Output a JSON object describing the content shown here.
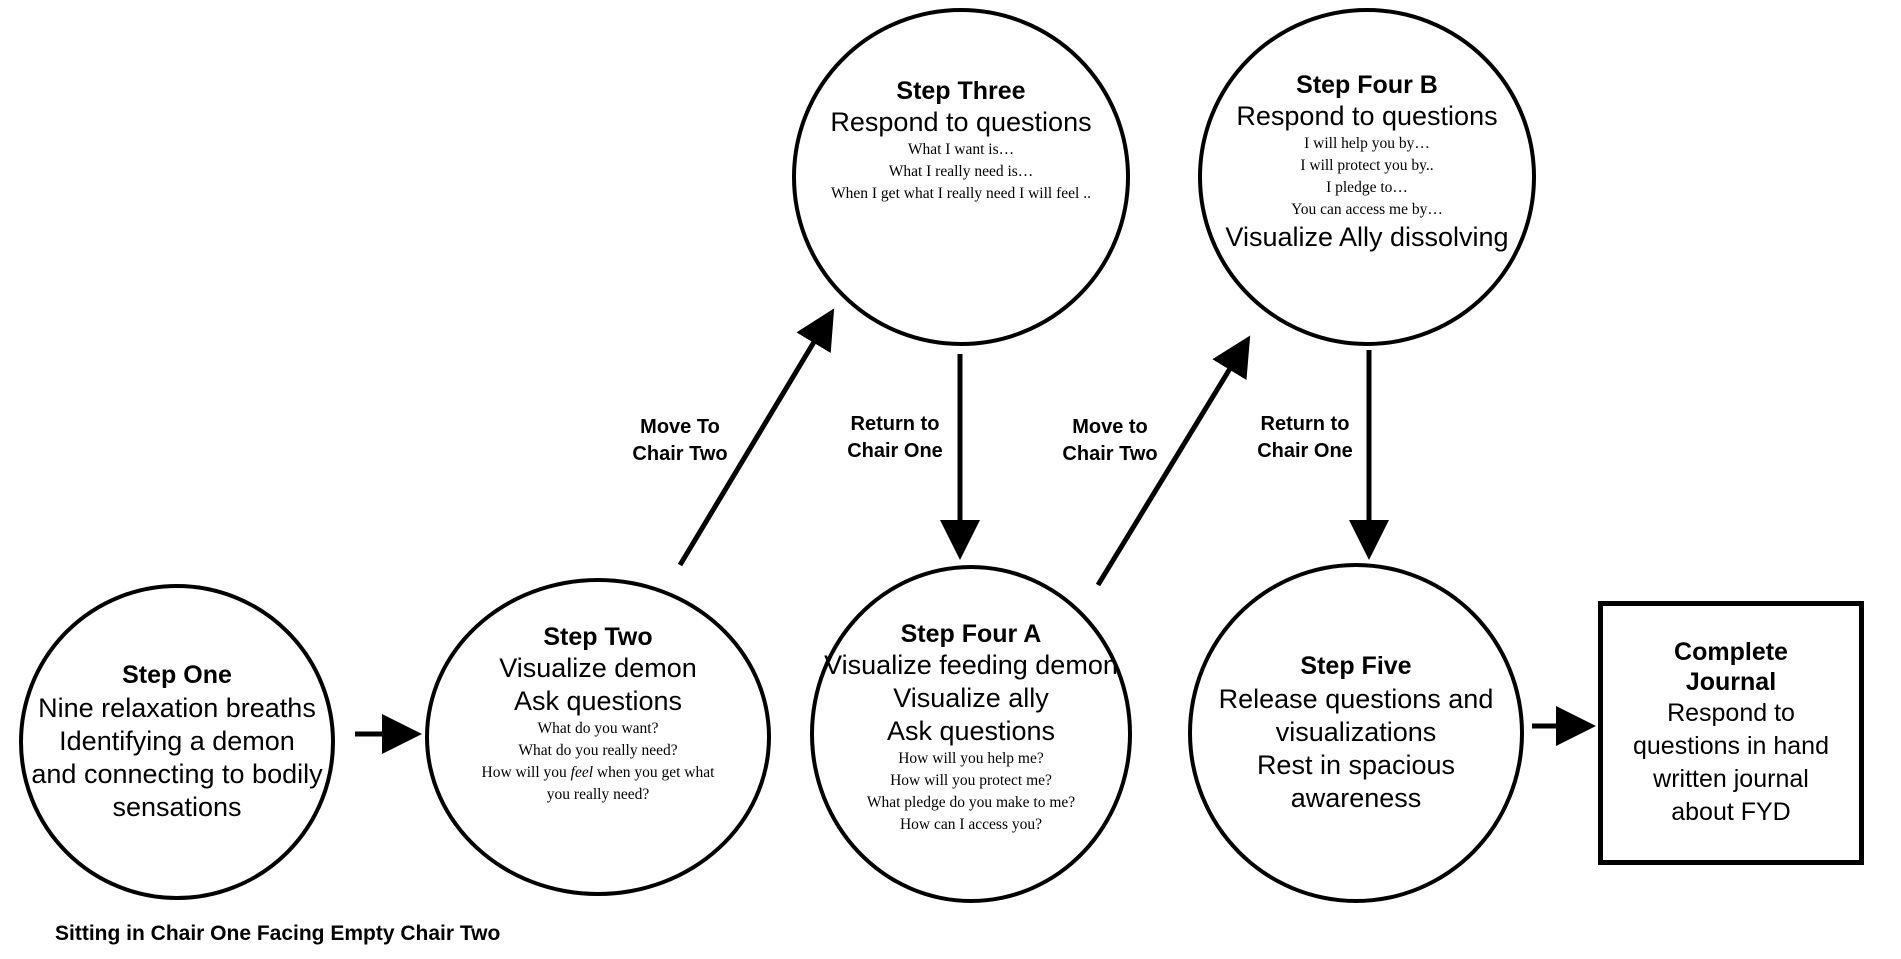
{
  "steps": {
    "one": {
      "title": "Step One",
      "lines": [
        "Nine relaxation breaths",
        "Identifying a demon",
        "and connecting to bodily",
        "sensations"
      ]
    },
    "two": {
      "title": "Step Two",
      "lines": [
        "Visualize demon",
        "Ask questions"
      ],
      "questions": [
        "What do you want?",
        "What do you really need?",
        "How will you",
        "feel",
        "when you get what",
        "you really need?"
      ]
    },
    "three": {
      "title": "Step Three",
      "lines": [
        "Respond to questions"
      ],
      "questions": [
        "What I want is…",
        "What I really need is…",
        "When I get what I really  need I will feel .."
      ]
    },
    "four_a": {
      "title": "Step Four A",
      "lines": [
        "Visualize feeding demon",
        "Visualize ally",
        "Ask questions"
      ],
      "questions": [
        "How will you help me?",
        "How will you protect me?",
        "What pledge do you make to me?",
        "How can I access you?"
      ]
    },
    "four_b": {
      "title": "Step Four B",
      "lines": [
        "Respond to questions"
      ],
      "questions": [
        "I will help you by…",
        "I will protect you by..",
        "I pledge to…",
        "You can access me by…"
      ],
      "closing": "Visualize Ally dissolving"
    },
    "five": {
      "title": "Step Five",
      "lines": [
        "Release questions and",
        "visualizations",
        "Rest in spacious",
        "awareness"
      ]
    },
    "journal": {
      "title_lines": [
        "Complete",
        "Journal"
      ],
      "lines": [
        "Respond to",
        "questions in hand",
        "written journal",
        "about FYD"
      ]
    }
  },
  "edge_labels": {
    "move1": [
      "Move To",
      "Chair Two"
    ],
    "return1": [
      "Return to",
      "Chair One"
    ],
    "move2": [
      "Move to",
      "Chair Two"
    ],
    "return2": [
      "Return to",
      "Chair One"
    ]
  },
  "caption": "Sitting in Chair One Facing Empty Chair Two"
}
